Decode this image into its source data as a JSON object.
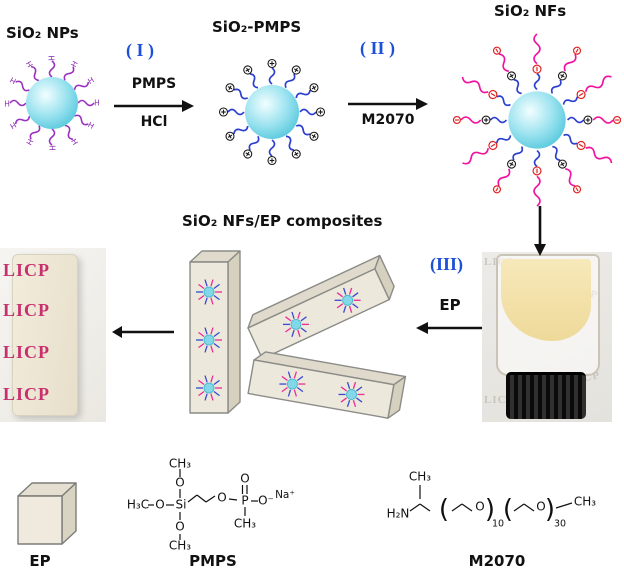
{
  "colors": {
    "step_blue": "#1d50d8",
    "chain_purple": "#9a30c0",
    "chain_blue": "#2b3fd0",
    "chain_magenta": "#f013a0",
    "watermark_pink": "#c42065"
  },
  "scheme": {
    "np1_label": "SiO₂ NPs",
    "np2_label": "SiO₂-PMPS",
    "np3_label": "SiO₂ NFs",
    "step1_label": "( I )",
    "step1_reagent_top": "PMPS",
    "step1_reagent_bottom": "HCl",
    "step2_label": "( II )",
    "step2_reagent": "M2070",
    "step3_label": "(III)",
    "step3_reagent": "EP",
    "composites_label": "SiO₂ NFs/EP composites",
    "glyphs": {
      "h": "H"
    }
  },
  "photos": {
    "watermark": "LICP"
  },
  "legend": {
    "ep_label": "EP",
    "pmps_label": "PMPS",
    "m2070_label": "M2070"
  },
  "pmps_structure": {
    "ch3_top": "CH₃",
    "o_top": "O",
    "h3c": "H₃C",
    "o_left": "O",
    "si": "Si",
    "o_bottom": "O",
    "ch3_bottom": "CH₃",
    "o_chain": "O",
    "p": "P",
    "o_double": "O",
    "o_minus": "O⁻",
    "na": "Na⁺",
    "ch3_p": "CH₃"
  },
  "m2070_structure": {
    "h2n": "H₂N",
    "ch3_branch": "CH₃",
    "paren_open": "(",
    "o_unit1": "O",
    "paren_close": ")",
    "sub1": "10",
    "o_unit2": "O",
    "sub2": "30",
    "ch3_end": "CH₃"
  }
}
